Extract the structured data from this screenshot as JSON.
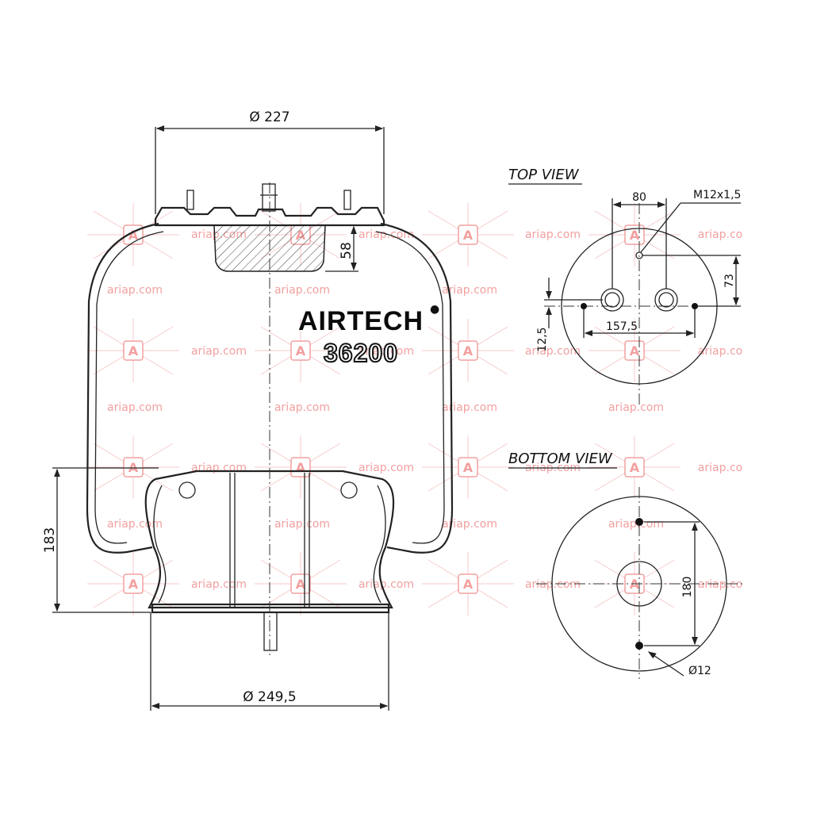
{
  "drawing": {
    "brand": "AIRTECH",
    "model": "36200",
    "top_view_title": "TOP VIEW",
    "bottom_view_title": "BOTTOM VIEW",
    "dims": {
      "top_diameter": "Ø 227",
      "bottom_diameter": "Ø 249,5",
      "height": "183",
      "insert_depth": "58",
      "top_spacing": "80",
      "thread": "M12x1,5",
      "top_offset": "73",
      "bolt_span": "157,5",
      "bolt_offset": "12,5",
      "bottom_spacing": "180",
      "hole_diameter": "Ø12"
    }
  },
  "watermark": {
    "text": "ariap.com",
    "text_cut": "ariap.co",
    "letter": "A",
    "color": "#f2a0a0"
  }
}
